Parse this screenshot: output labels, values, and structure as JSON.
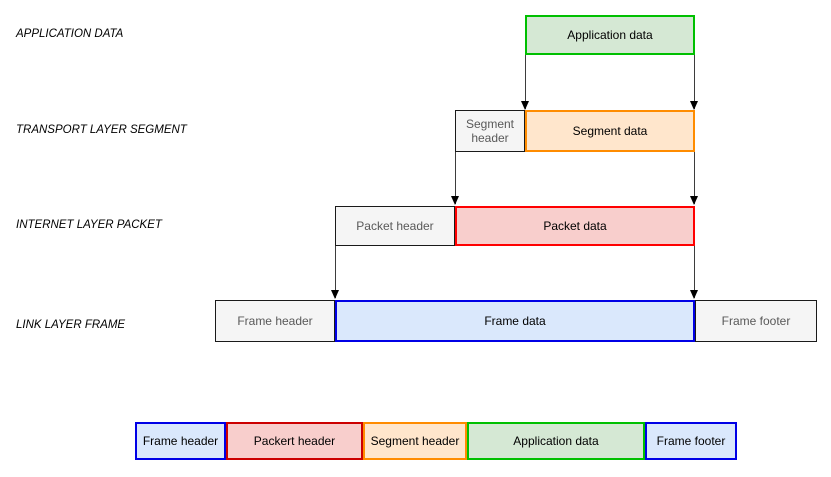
{
  "palette": {
    "green_fill": "#d5e8d4",
    "green_stroke": "#00c000",
    "orange_fill": "#ffe6cc",
    "orange_stroke": "#ff8c00",
    "red_fill": "#f8cecc",
    "red_stroke": "#ff0000",
    "red_stroke_bottom_bar": "#cc0000",
    "blue_fill": "#dae8fc",
    "blue_stroke": "#0000e6",
    "gray_fill": "#f5f5f5",
    "gray_stroke": "#1a1a1a",
    "gray_box_text": "#595959",
    "arrow_color": "#000000"
  },
  "layers": {
    "application": {
      "label": "APPLICATION DATA",
      "data_box": "Application data"
    },
    "transport": {
      "label": "TRANSPORT LAYER SEGMENT",
      "header_box": "Segment header",
      "data_box": "Segment data"
    },
    "internet": {
      "label": "INTERNET LAYER PACKET",
      "header_box": "Packet header",
      "data_box": "Packet data"
    },
    "link": {
      "label": "LINK LAYER FRAME",
      "header_box": "Frame header",
      "data_box": "Frame data",
      "footer_box": "Frame footer"
    }
  },
  "encapsulated_frame": {
    "segments": [
      {
        "text": "Frame header",
        "color": "blue"
      },
      {
        "text": "Packert header",
        "color": "red"
      },
      {
        "text": "Segment header",
        "color": "orange"
      },
      {
        "text": "Application data",
        "color": "green"
      },
      {
        "text": "Frame footer",
        "color": "blue"
      }
    ]
  }
}
